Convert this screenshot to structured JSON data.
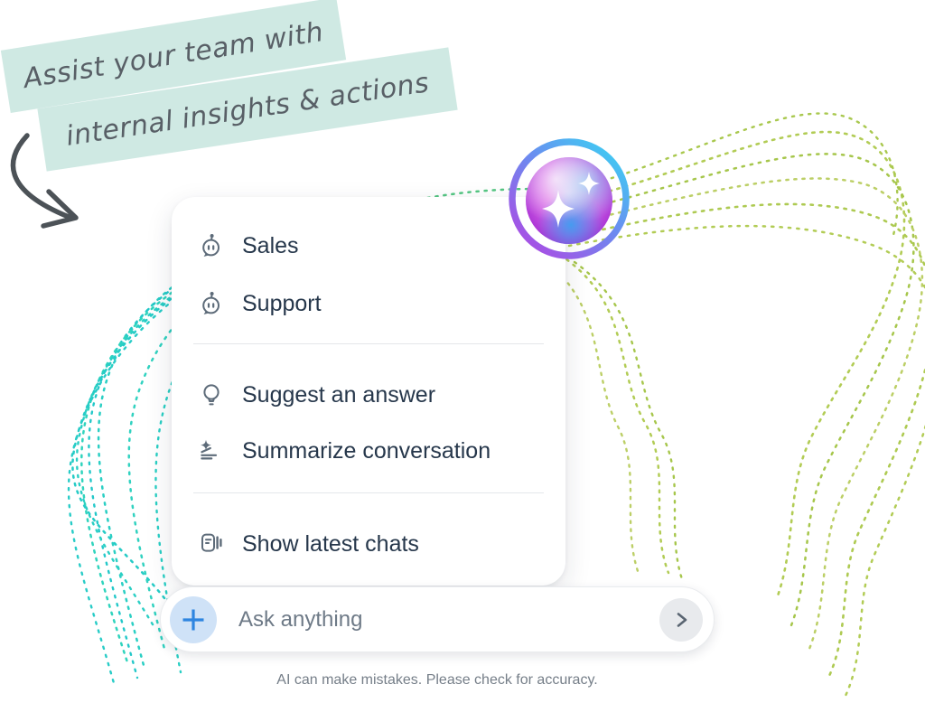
{
  "banner": {
    "line1": "Assist your team with",
    "line2": "internal insights & actions",
    "bg_color": "#cfe9e3",
    "text_color": "#585f66"
  },
  "menu": {
    "items": [
      {
        "label": "Sales",
        "icon": "bot-icon"
      },
      {
        "label": "Support",
        "icon": "bot-icon"
      },
      {
        "label": "Suggest an answer",
        "icon": "lightbulb-icon"
      },
      {
        "label": "Summarize conversation",
        "icon": "summarize-icon"
      },
      {
        "label": "Show latest chats",
        "icon": "chats-icon"
      }
    ]
  },
  "composer": {
    "placeholder": "Ask anything",
    "add_button_icon": "plus-icon",
    "send_button_icon": "chevron-right-icon"
  },
  "footer": {
    "disclaimer": "AI can make mistakes. Please check for accuracy."
  },
  "decor": {
    "ai_orb_icon": "sparkle-orb-icon",
    "arrow_icon": "hand-drawn-arrow-icon",
    "colors": {
      "teal_dots": "#2acfc4",
      "green_dots": "#55c783",
      "lime_dots": "#b2cc55",
      "plus_blue": "#2e85e0",
      "plus_bg": "#cfe2f7",
      "send_bg": "#e8eaed",
      "menu_text": "#26374b",
      "icon_gray": "#5d6b79"
    }
  }
}
